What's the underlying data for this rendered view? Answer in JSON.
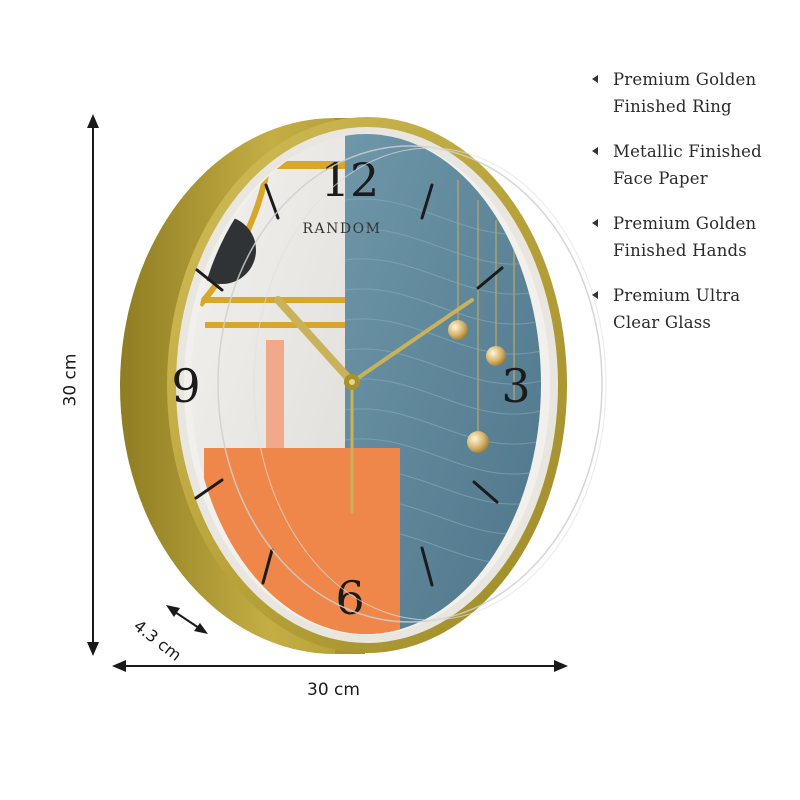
{
  "brand": {
    "logo_text": "RANDOM"
  },
  "clock": {
    "numerals": {
      "twelve": "12",
      "three": "3",
      "six": "6",
      "nine": "9"
    },
    "colors": {
      "frame_gold": "#b9a33a",
      "frame_gold_dark": "#8f7d22",
      "face_blue": "#5d8599",
      "face_orange": "#f0874a",
      "face_marble": "#eeecea",
      "accent_gold": "#d8a72a",
      "hand_gold": "#c9b25a"
    }
  },
  "dimensions": {
    "height": "30 cm",
    "width": "30 cm",
    "depth": "4.3 cm"
  },
  "features": [
    {
      "line1": "Premium Golden",
      "line2": "Finished Ring"
    },
    {
      "line1": "Metallic Finished",
      "line2": "Face Paper"
    },
    {
      "line1": "Premium Golden",
      "line2": "Finished Hands"
    },
    {
      "line1": "Premium Ultra",
      "line2": "Clear Glass"
    }
  ]
}
